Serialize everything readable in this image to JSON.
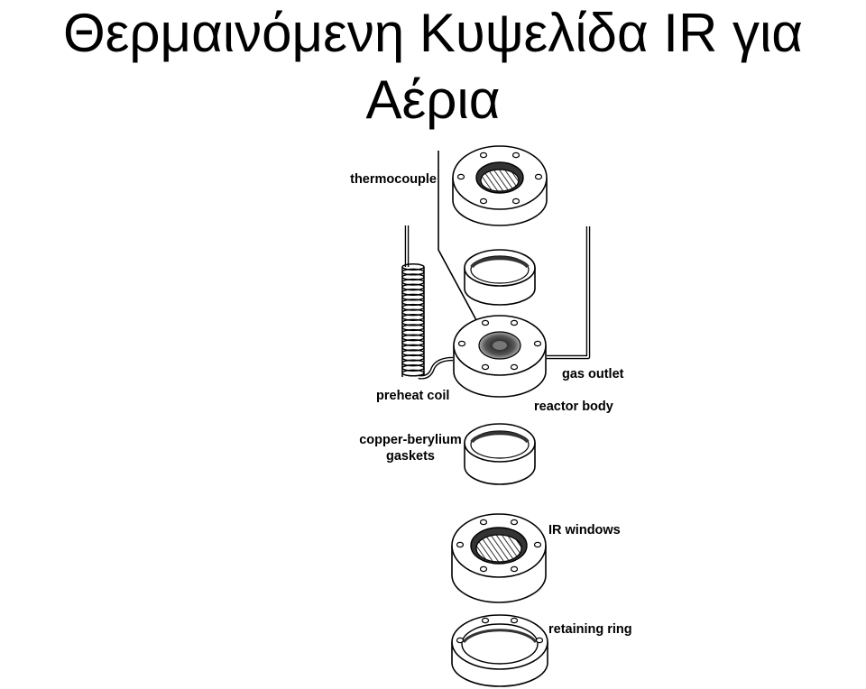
{
  "title": "Θερμαινόμενη Κυψελίδα IR για Αέρια",
  "diagram": {
    "labels": {
      "thermocouple": "thermocouple",
      "preheat_coil": "preheat coil",
      "gas_outlet": "gas outlet",
      "reactor_body": "reactor body",
      "gaskets_line1": "copper-berylium",
      "gaskets_line2": "gaskets",
      "ir_windows": "IR windows",
      "retaining_ring": "retaining ring"
    }
  }
}
